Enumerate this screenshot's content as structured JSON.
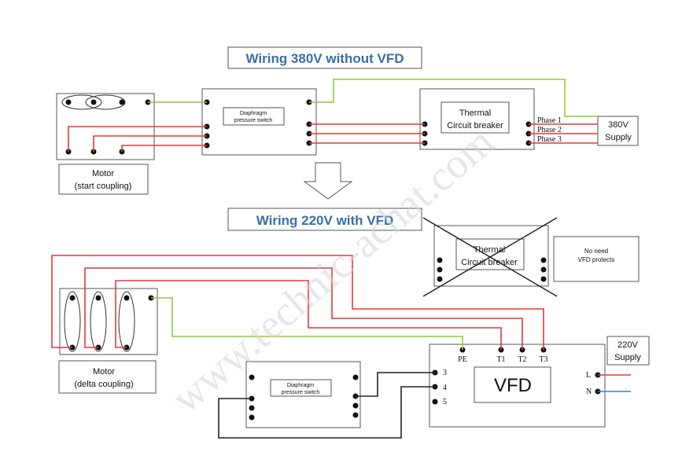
{
  "top": {
    "title": "Wiring 380V without VFD",
    "motor_label_line1": "Motor",
    "motor_label_line2": "(start coupling)",
    "pressure_switch_line1": "Diaphragm",
    "pressure_switch_line2": "pressure switch",
    "breaker_line1": "Thermal",
    "breaker_line2": "Circuit breaker",
    "phases": [
      "Phase 1",
      "Phase 2",
      "Phase 3"
    ],
    "supply_line1": "380V",
    "supply_line2": "Supply"
  },
  "bottom": {
    "title": "Wiring 220V with VFD",
    "motor_label_line1": "Motor",
    "motor_label_line2": "(delta coupling)",
    "crossed_breaker_line1": "Thermal",
    "crossed_breaker_line2": "Circuit breaker",
    "note_line1": "No need",
    "note_line2": "VFD protects",
    "pressure_switch_line1": "Diaphragm",
    "pressure_switch_line2": "pressure switch",
    "vfd_label": "VFD",
    "vfd_terminals_top": [
      "PE",
      "T1",
      "T2",
      "T3"
    ],
    "vfd_terminals_left": [
      "3",
      "4",
      "5"
    ],
    "vfd_terminals_right": [
      "L",
      "N"
    ],
    "supply_line1": "220V",
    "supply_line2": "Supply"
  },
  "watermark": "www.technic-achat.com",
  "colors": {
    "title": "#3a6ea8",
    "wire_red": "#e23a3a",
    "wire_green": "#8fcc3a",
    "wire_black": "#222222",
    "wire_blue": "#2d7fd0"
  }
}
